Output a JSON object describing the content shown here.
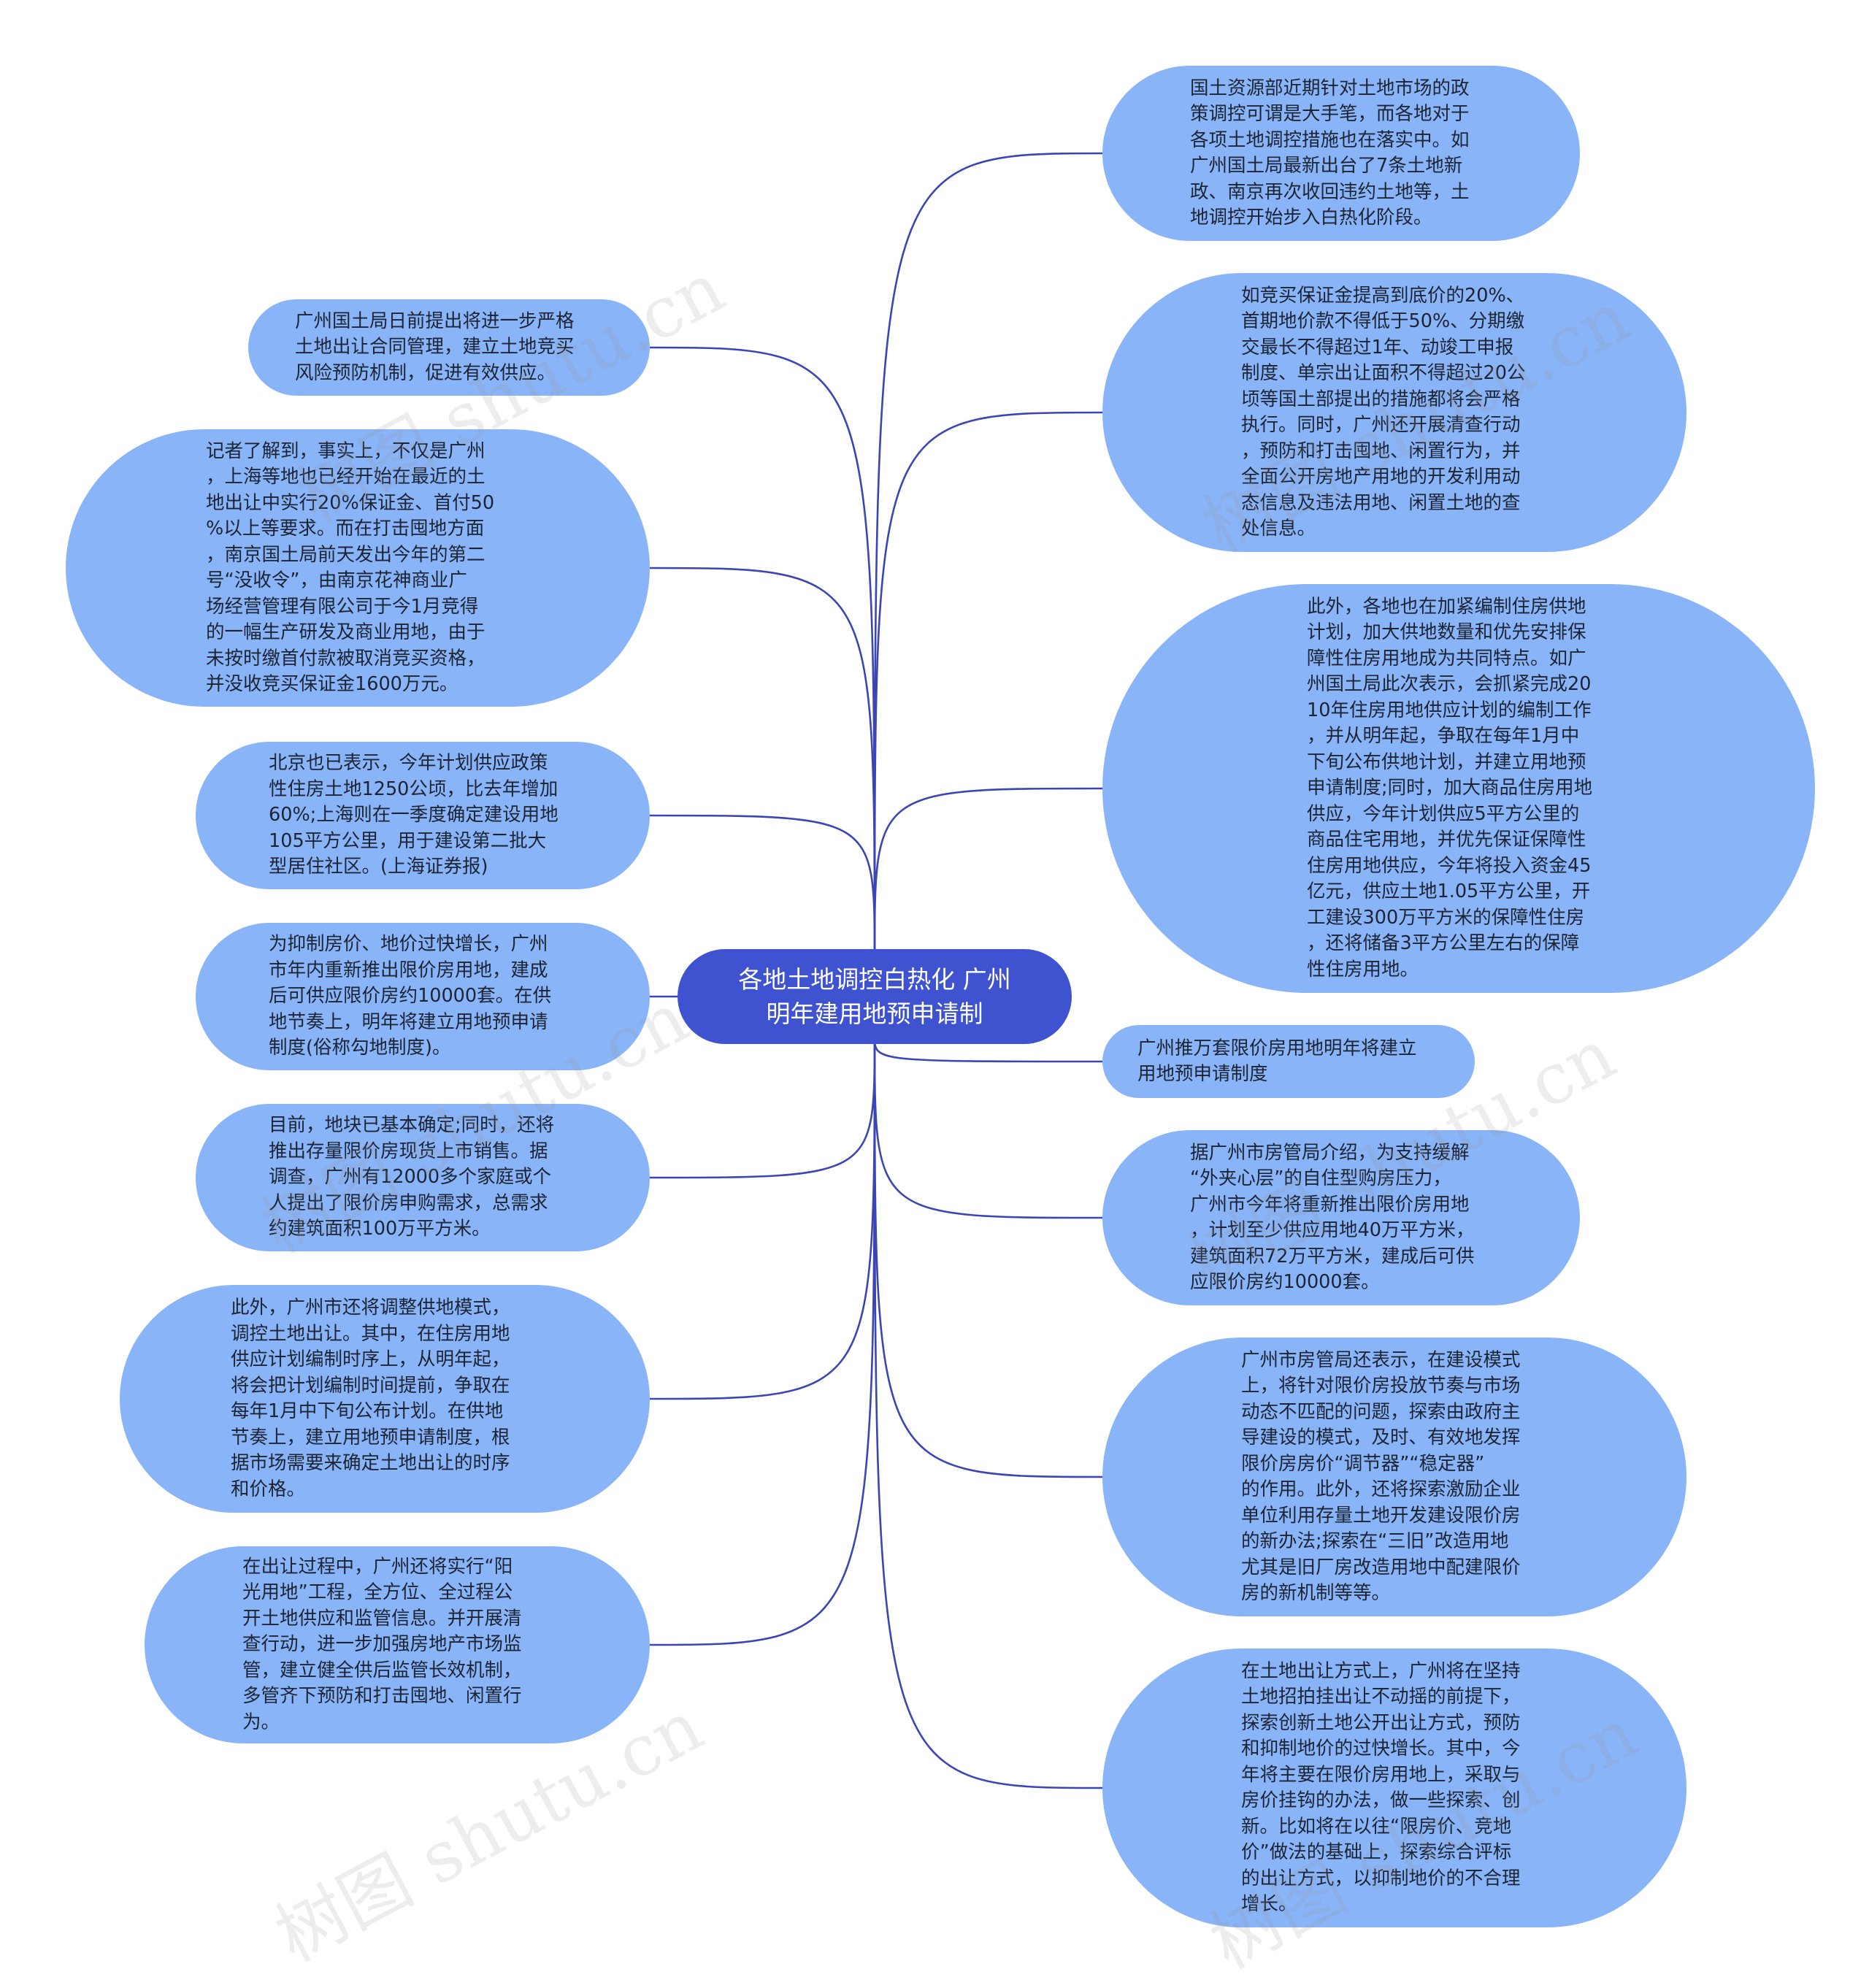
{
  "center": {
    "label": "各地土地调控白热化 广州\n明年建用地预申请制"
  },
  "watermark": "树图 shutu.cn",
  "colors": {
    "center": "#3f52d0",
    "node": "#8ab4f8",
    "link": "#3b45b5"
  },
  "left_nodes": [
    {
      "text": "广州国土局日前提出将进一步严格\n土地出让合同管理，建立土地竞买\n风险预防机制，促进有效供应。"
    },
    {
      "text": "记者了解到，事实上，不仅是广州\n，上海等地也已经开始在最近的土\n地出让中实行20%保证金、首付50\n%以上等要求。而在打击囤地方面\n，南京国土局前天发出今年的第二\n号“没收令”，由南京花神商业广\n场经营管理有限公司于今1月竞得\n的一幅生产研发及商业用地，由于\n未按时缴首付款被取消竞买资格，\n并没收竞买保证金1600万元。"
    },
    {
      "text": "北京也已表示，今年计划供应政策\n性住房土地1250公顷，比去年增加\n60%;上海则在一季度确定建设用地\n105平方公里，用于建设第二批大\n型居住社区。(上海证券报)"
    },
    {
      "text": "为抑制房价、地价过快增长，广州\n市年内重新推出限价房用地，建成\n后可供应限价房约10000套。在供\n地节奏上，明年将建立用地预申请\n制度(俗称勾地制度)。"
    },
    {
      "text": "目前，地块已基本确定;同时，还将\n推出存量限价房现货上市销售。据\n调查，广州有12000多个家庭或个\n人提出了限价房申购需求，总需求\n约建筑面积100万平方米。"
    },
    {
      "text": "此外，广州市还将调整供地模式，\n调控土地出让。其中，在住房用地\n供应计划编制时序上，从明年起，\n将会把计划编制时间提前，争取在\n每年1月中下旬公布计划。在供地\n节奏上，建立用地预申请制度，根\n据市场需要来确定土地出让的时序\n和价格。"
    },
    {
      "text": "在出让过程中，广州还将实行“阳\n光用地”工程，全方位、全过程公\n开土地供应和监管信息。并开展清\n查行动，进一步加强房地产市场监\n管，建立健全供后监管长效机制，\n多管齐下预防和打击囤地、闲置行\n为。"
    }
  ],
  "right_nodes": [
    {
      "text": "国土资源部近期针对土地市场的政\n策调控可谓是大手笔，而各地对于\n各项土地调控措施也在落实中。如\n广州国土局最新出台了7条土地新\n政、南京再次收回违约土地等，土\n地调控开始步入白热化阶段。"
    },
    {
      "text": "如竞买保证金提高到底价的20%、\n首期地价款不得低于50%、分期缴\n交最长不得超过1年、动竣工申报\n制度、单宗出让面积不得超过20公\n顷等国土部提出的措施都将会严格\n执行。同时，广州还开展清查行动\n，预防和打击囤地、闲置行为，并\n全面公开房地产用地的开发利用动\n态信息及违法用地、闲置土地的查\n处信息。"
    },
    {
      "text": "此外，各地也在加紧编制住房供地\n计划，加大供地数量和优先安排保\n障性住房用地成为共同特点。如广\n州国土局此次表示，会抓紧完成20\n10年住房用地供应计划的编制工作\n，并从明年起，争取在每年1月中\n下旬公布供地计划，并建立用地预\n申请制度;同时，加大商品住房用地\n供应，今年计划供应5平方公里的\n商品住宅用地，并优先保证保障性\n住房用地供应，今年将投入资金45\n亿元，供应土地1.05平方公里，开\n工建设300万平方米的保障性住房\n，还将储备3平方公里左右的保障\n性住房用地。"
    },
    {
      "text": "广州推万套限价房用地明年将建立\n用地预申请制度"
    },
    {
      "text": "据广州市房管局介绍，为支持缓解\n“外夹心层”的自住型购房压力，\n广州市今年将重新推出限价房用地\n，计划至少供应用地40万平方米，\n建筑面积72万平方米，建成后可供\n应限价房约10000套。"
    },
    {
      "text": "广州市房管局还表示，在建设模式\n上，将针对限价房投放节奏与市场\n动态不匹配的问题，探索由政府主\n导建设的模式，及时、有效地发挥\n限价房房价“调节器”“稳定器”\n的作用。此外，还将探索激励企业\n单位利用存量土地开发建设限价房\n的新办法;探索在“三旧”改造用地\n尤其是旧厂房改造用地中配建限价\n房的新机制等等。"
    },
    {
      "text": "在土地出让方式上，广州将在坚持\n土地招拍挂出让不动摇的前提下，\n探索创新土地公开出让方式，预防\n和抑制地价的过快增长。其中，今\n年将主要在限价房用地上，采取与\n房价挂钩的办法，做一些探索、创\n新。比如将在以往“限房价、竞地\n价”做法的基础上，探索综合评标\n的出让方式，以抑制地价的不合理\n增长。"
    }
  ]
}
